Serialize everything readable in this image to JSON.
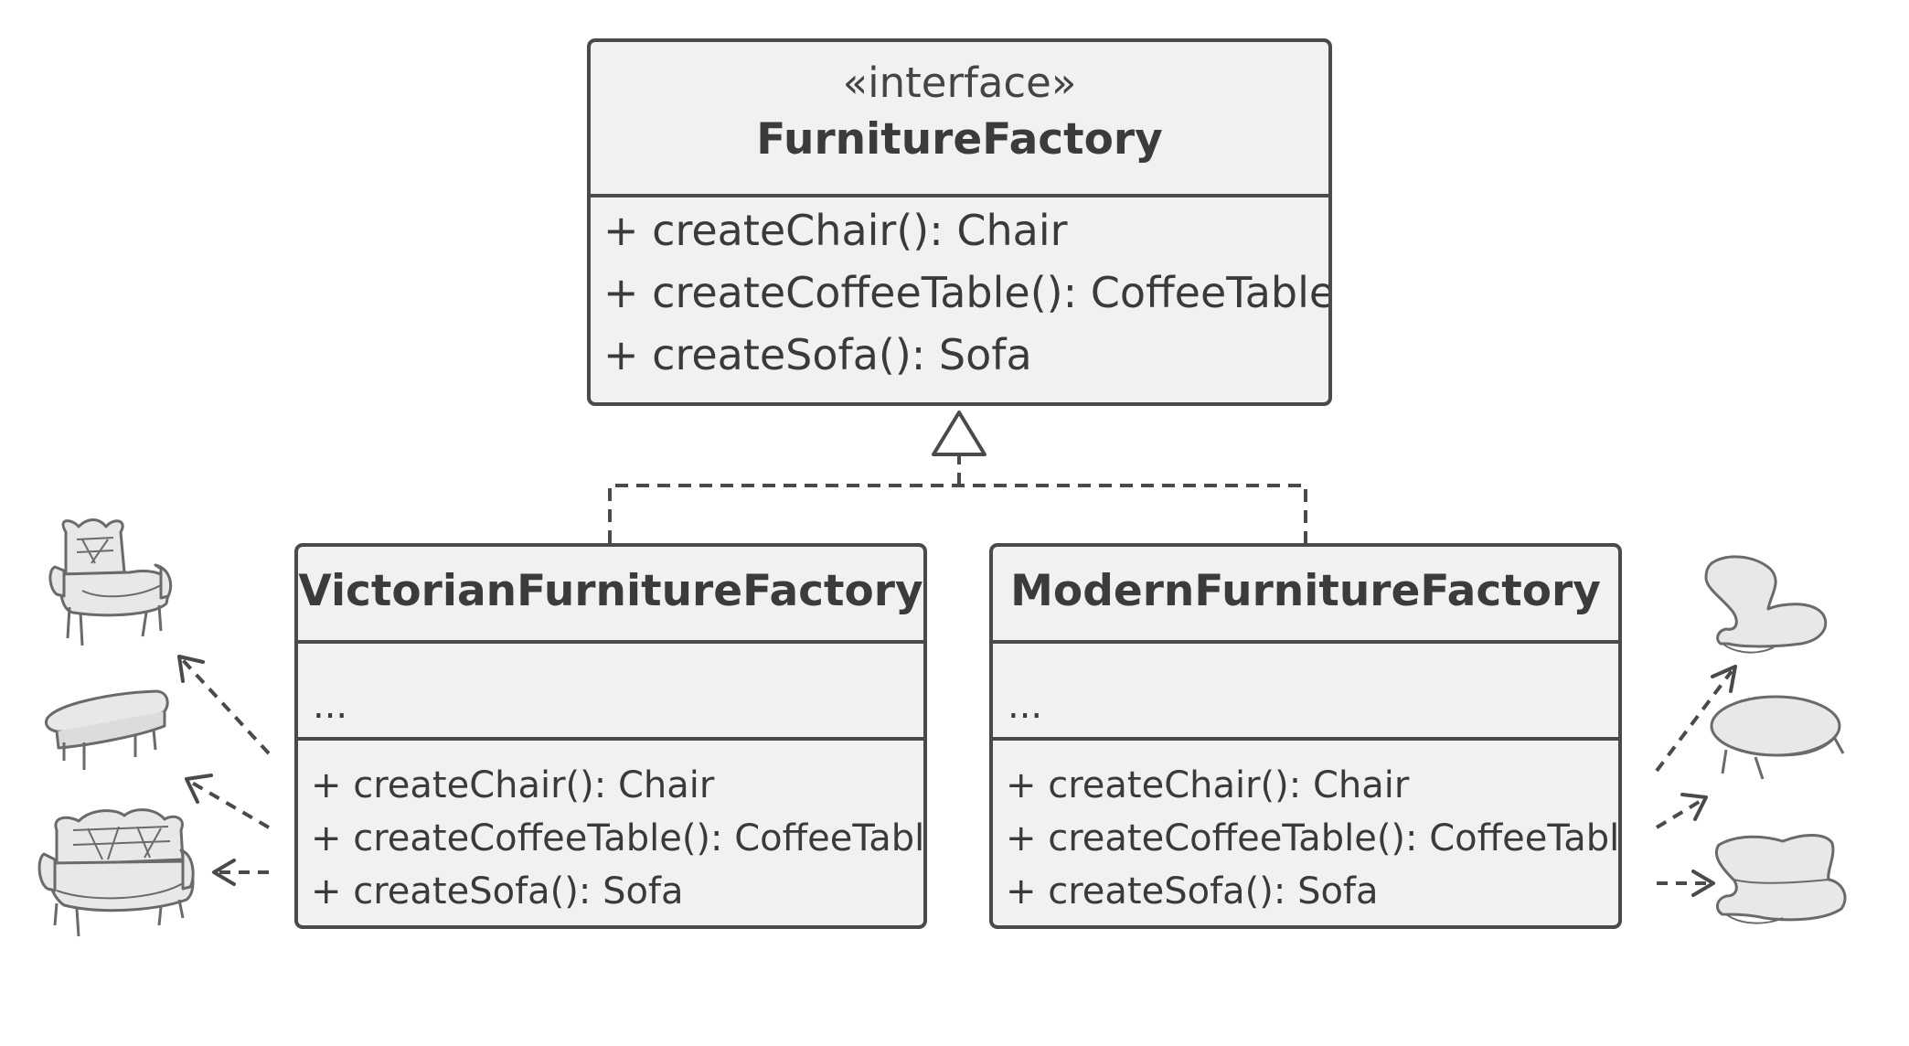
{
  "interface": {
    "stereotype": "«interface»",
    "name": "FurnitureFactory",
    "methods": [
      "+ createChair(): Chair",
      "+ createCoffeeTable(): CoffeeTable",
      "+ createSofa(): Sofa"
    ]
  },
  "victorian": {
    "name": "VictorianFurnitureFactory",
    "fields": "...",
    "methods": [
      "+ createChair(): Chair",
      "+ createCoffeeTable(): CoffeeTable",
      "+ createSofa(): Sofa"
    ]
  },
  "modern": {
    "name": "ModernFurnitureFactory",
    "fields": "...",
    "methods": [
      "+ createChair(): Chair",
      "+ createCoffeeTable(): CoffeeTable",
      "+ createSofa(): Sofa"
    ]
  },
  "colors": {
    "line": "#4a4a4a",
    "box_fill": "#f1f1f1",
    "illustration_fill": "#e8e8e8"
  },
  "icons": {
    "victorian_products": [
      "victorian-chair-icon",
      "victorian-coffee-table-icon",
      "victorian-sofa-icon"
    ],
    "modern_products": [
      "modern-chair-icon",
      "modern-coffee-table-icon",
      "modern-sofa-icon"
    ]
  }
}
